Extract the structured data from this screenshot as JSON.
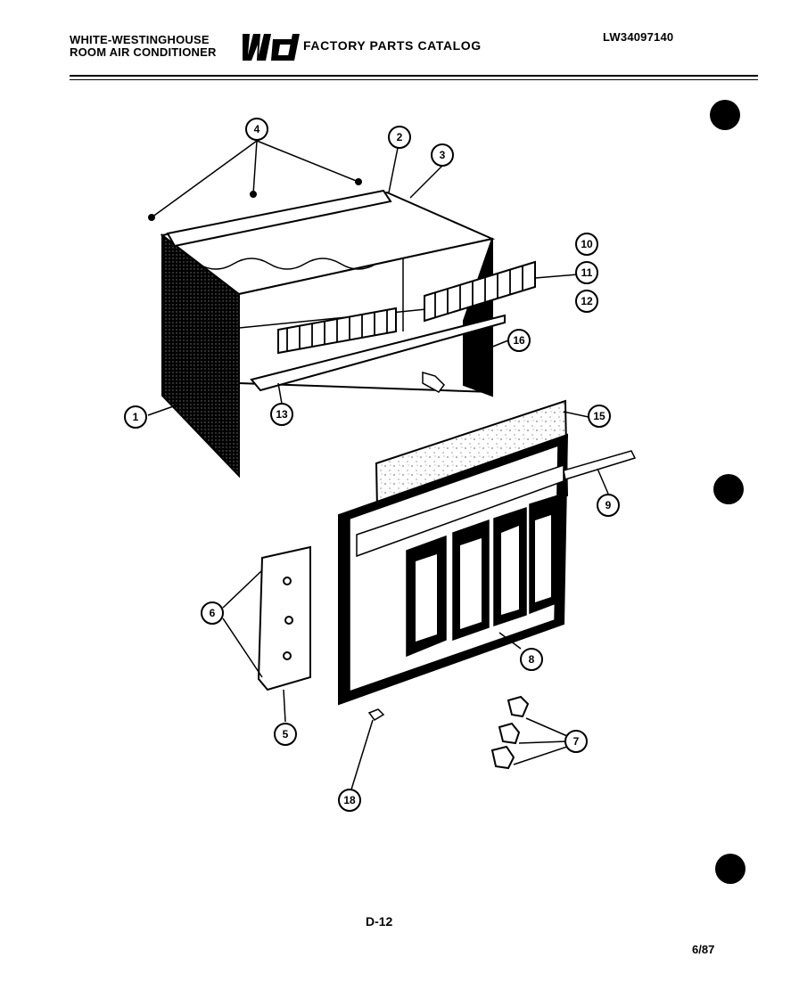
{
  "header": {
    "brand_line1": "WHITE-WESTINGHOUSE",
    "brand_line2": "ROOM AIR CONDITIONER",
    "logo_text": "WCI",
    "catalog_title": "FACTORY PARTS CATALOG",
    "model_number": "LW34097140"
  },
  "callouts": [
    {
      "id": "1",
      "label": "1"
    },
    {
      "id": "2",
      "label": "2"
    },
    {
      "id": "3",
      "label": "3"
    },
    {
      "id": "4",
      "label": "4"
    },
    {
      "id": "5",
      "label": "5"
    },
    {
      "id": "6",
      "label": "6"
    },
    {
      "id": "7",
      "label": "7"
    },
    {
      "id": "8",
      "label": "8"
    },
    {
      "id": "9",
      "label": "9"
    },
    {
      "id": "10",
      "label": "10"
    },
    {
      "id": "11",
      "label": "11"
    },
    {
      "id": "12",
      "label": "12"
    },
    {
      "id": "13",
      "label": "13"
    },
    {
      "id": "15",
      "label": "15"
    },
    {
      "id": "16",
      "label": "16"
    },
    {
      "id": "18",
      "label": "18"
    }
  ],
  "footer": {
    "page_id": "D-12",
    "date": "6/87"
  }
}
